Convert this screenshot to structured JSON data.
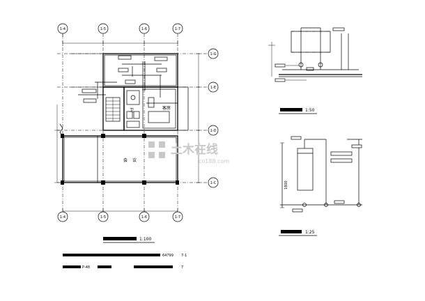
{
  "grid_axes": {
    "top": [
      "1-4",
      "1-5",
      "1-6",
      "1-7"
    ],
    "bottom": [
      "1-4",
      "1-5",
      "1-6",
      "1-7"
    ],
    "right": [
      "1-G",
      "1-E",
      "1-D",
      "1-C"
    ]
  },
  "plan": {
    "title": "1:100",
    "rooms": [
      "卫",
      "客房",
      "会",
      "议"
    ]
  },
  "detail_a": {
    "title": "1:50"
  },
  "detail_b": {
    "title": "1:25",
    "dimension": "1800"
  },
  "notes": {
    "line1_tail": "64799",
    "line1_end": "7-1",
    "line2_a": "P-48",
    "line2_b": "7"
  },
  "watermark": {
    "text": "土木在线",
    "url": "co188.com"
  },
  "colors": {
    "ink": "#000000",
    "paper": "#ffffff",
    "watermark": "#c8c8c8"
  }
}
